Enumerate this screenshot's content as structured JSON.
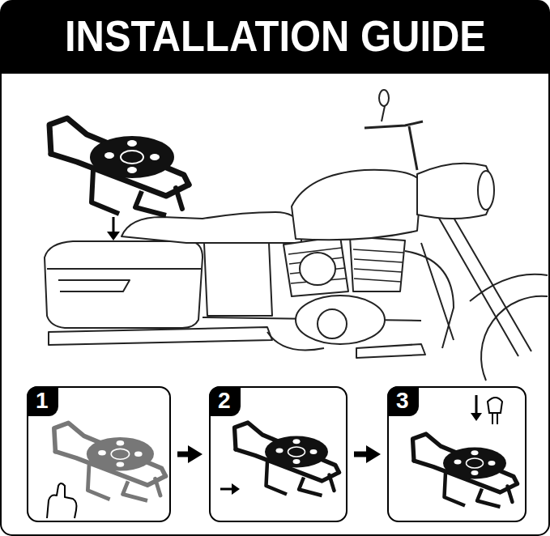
{
  "diagram": {
    "title": "INSTALLATION GUIDE",
    "nodes": [
      {
        "text": [
          "1"
        ]
      },
      {
        "text": [
          "2"
        ]
      },
      {
        "text": [
          "3"
        ]
      }
    ],
    "edges": [
      {
        "from": 0,
        "to": 1,
        "arrow": "to"
      },
      {
        "from": 1,
        "to": 2,
        "arrow": "to"
      }
    ]
  }
}
